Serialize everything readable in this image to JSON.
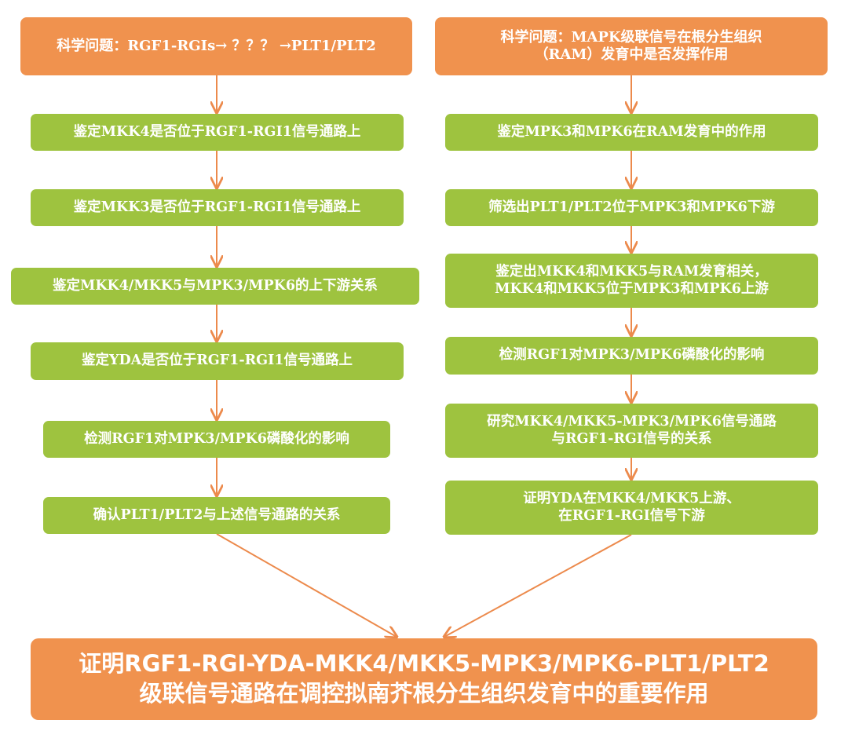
{
  "left": {
    "question": [
      "科学问题：RGF1-RGIs→ ？？？ →PLT1/PLT2"
    ],
    "steps": [
      [
        "鉴定MKK4是否位于RGF1-RGI1信号通路上"
      ],
      [
        "鉴定MKK3是否位于RGF1-RGI1信号通路上"
      ],
      [
        "鉴定MKK4/MKK5与MPK3/MPK6的上下游关系"
      ],
      [
        "鉴定YDA是否位于RGF1-RGI1信号通路上"
      ],
      [
        "检测RGF1对MPK3/MPK6磷酸化的影响"
      ],
      [
        "确认PLT1/PLT2与上述信号通路的关系"
      ]
    ]
  },
  "right": {
    "question": [
      "科学问题：MAPK级联信号在根分生组织",
      "（RAM）发育中是否发挥作用"
    ],
    "steps": [
      [
        "鉴定MPK3和MPK6在RAM发育中的作用"
      ],
      [
        "筛选出PLT1/PLT2位于MPK3和MPK6下游"
      ],
      [
        "鉴定出MKK4和MKK5与RAM发育相关，",
        "MKK4和MKK5位于MPK3和MPK6上游"
      ],
      [
        "检测RGF1对MPK3/MPK6磷酸化的影响"
      ],
      [
        "研究MKK4/MKK5-MPK3/MPK6信号通路",
        "与RGF1-RGI信号的关系"
      ],
      [
        "证明YDA在MKK4/MKK5上游、",
        "在RGF1-RGI信号下游"
      ]
    ]
  },
  "conclusion": [
    "证明RGF1-RGI-YDA-MKK4/MKK5-MPK3/MPK6-PLT1/PLT2",
    "级联信号通路在调控拟南芥根分生组织发育中的重要作用"
  ],
  "colors": {
    "orange": "#f0924e",
    "green": "#9ec33f",
    "arrow": "#ec8a4c",
    "text": "#ffffff"
  }
}
